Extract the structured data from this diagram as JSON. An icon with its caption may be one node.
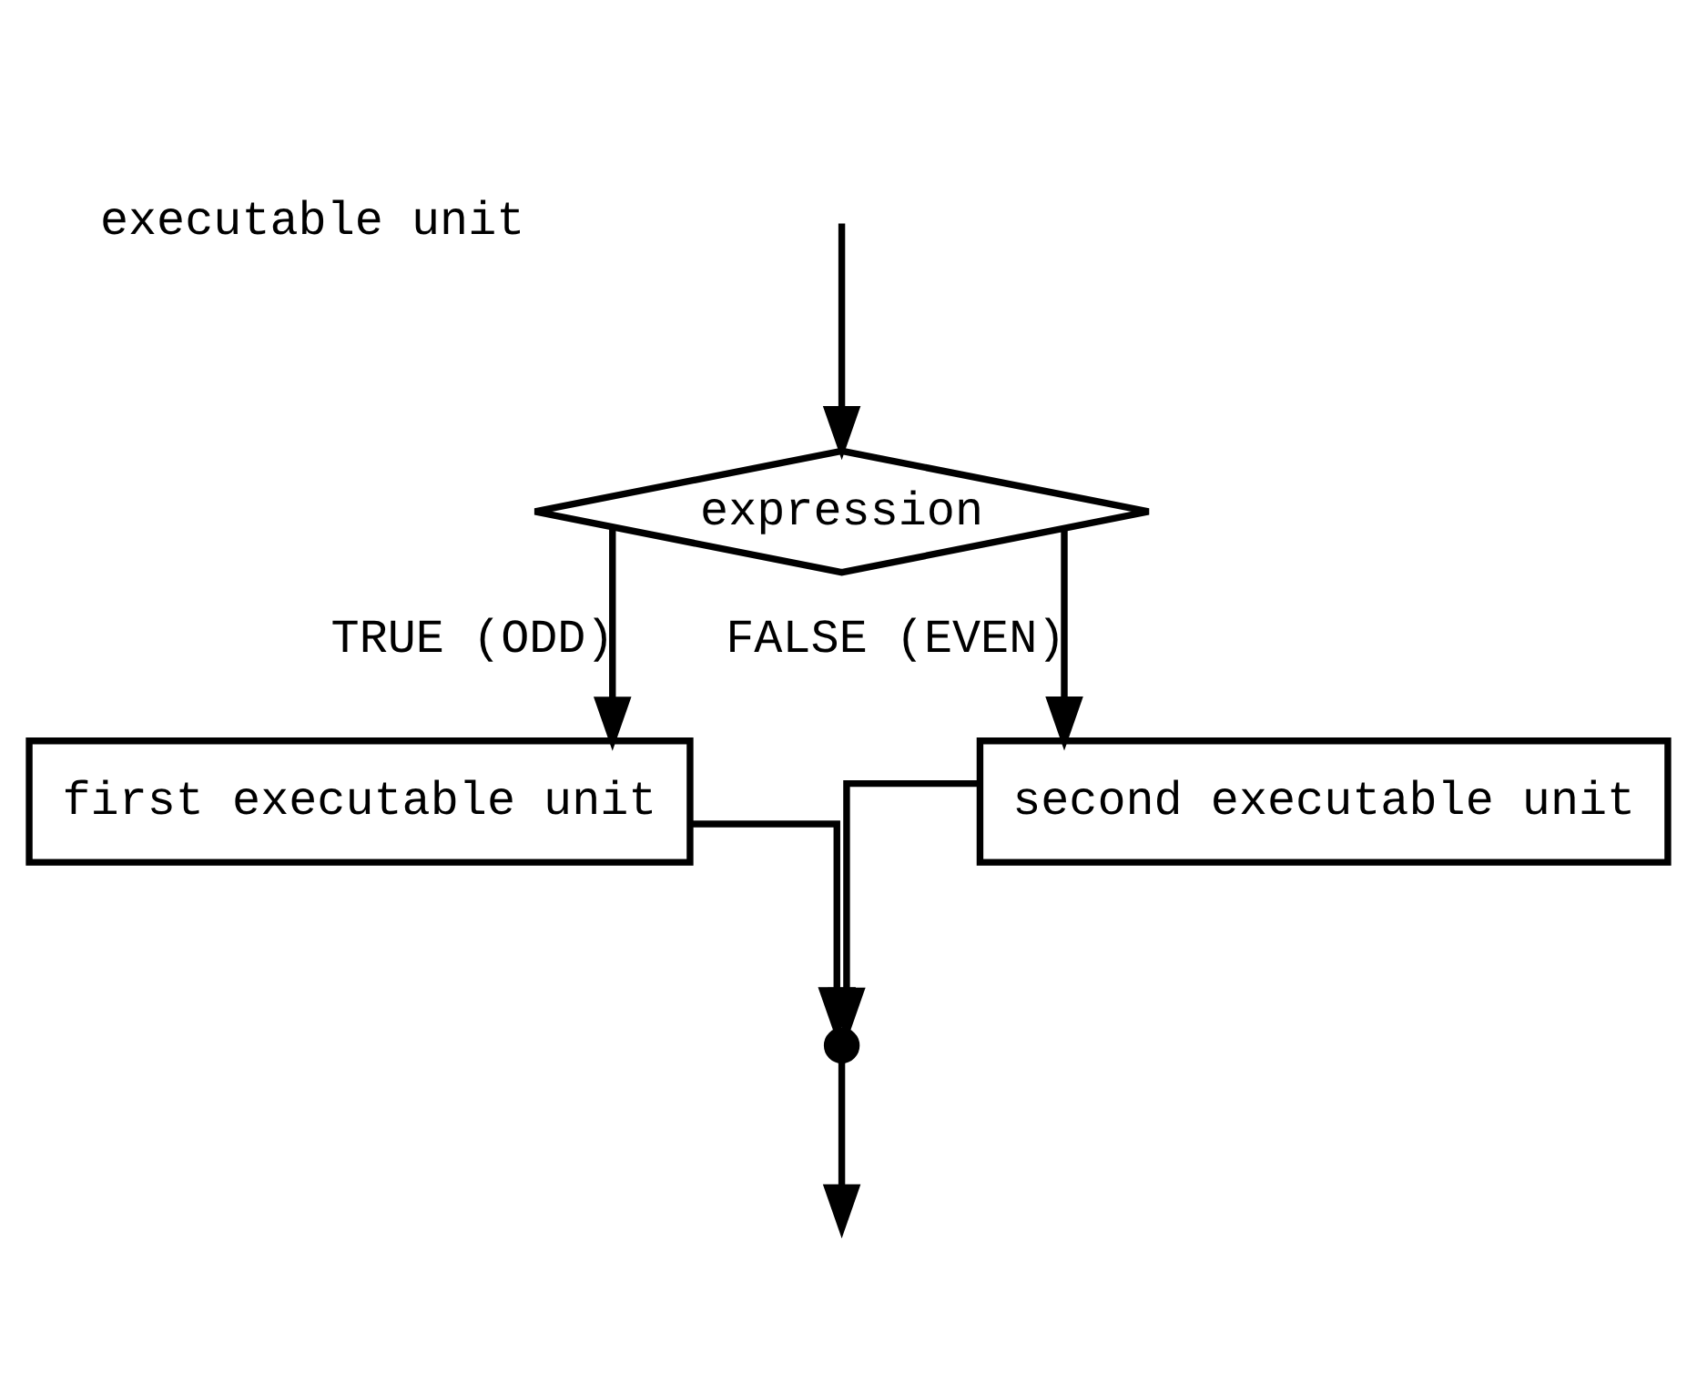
{
  "diagram": {
    "nodes": [
      {
        "text": [
          "expression"
        ]
      },
      {
        "text": [
          "first executable unit"
        ]
      },
      {
        "text": [
          "second executable unit"
        ]
      },
      {
        "text": [],
        "shape": "point"
      }
    ],
    "edges": [
      {
        "from": null,
        "to": 0,
        "arrow": "to"
      },
      {
        "from": 0,
        "to": 1,
        "arrow": "to",
        "label": "TRUE (ODD)"
      },
      {
        "from": 0,
        "to": 2,
        "arrow": "to",
        "label": "FALSE (EVEN)"
      },
      {
        "from": 1,
        "to": 3,
        "arrow": "to"
      },
      {
        "from": 2,
        "to": 3,
        "arrow": "to"
      },
      {
        "from": 3,
        "to": null,
        "arrow": "to"
      }
    ],
    "labels": [
      "executable unit"
    ]
  }
}
